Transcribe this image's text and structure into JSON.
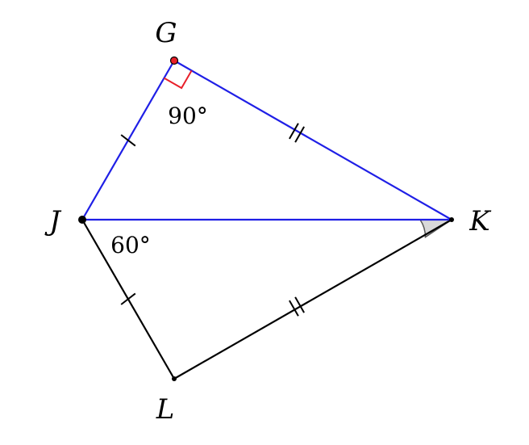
{
  "colors": {
    "triangle_gjk": "#1f1fe6",
    "triangle_jkl": "#000000",
    "right_angle_marker": "#e8202a",
    "point_g": "#e8202a",
    "angle_k_fill": "#d9d9d9"
  },
  "vertices": {
    "g": "G",
    "j": "J",
    "k": "K",
    "l": "L"
  },
  "angles": {
    "g_label": "90°",
    "j_label": "60°"
  }
}
